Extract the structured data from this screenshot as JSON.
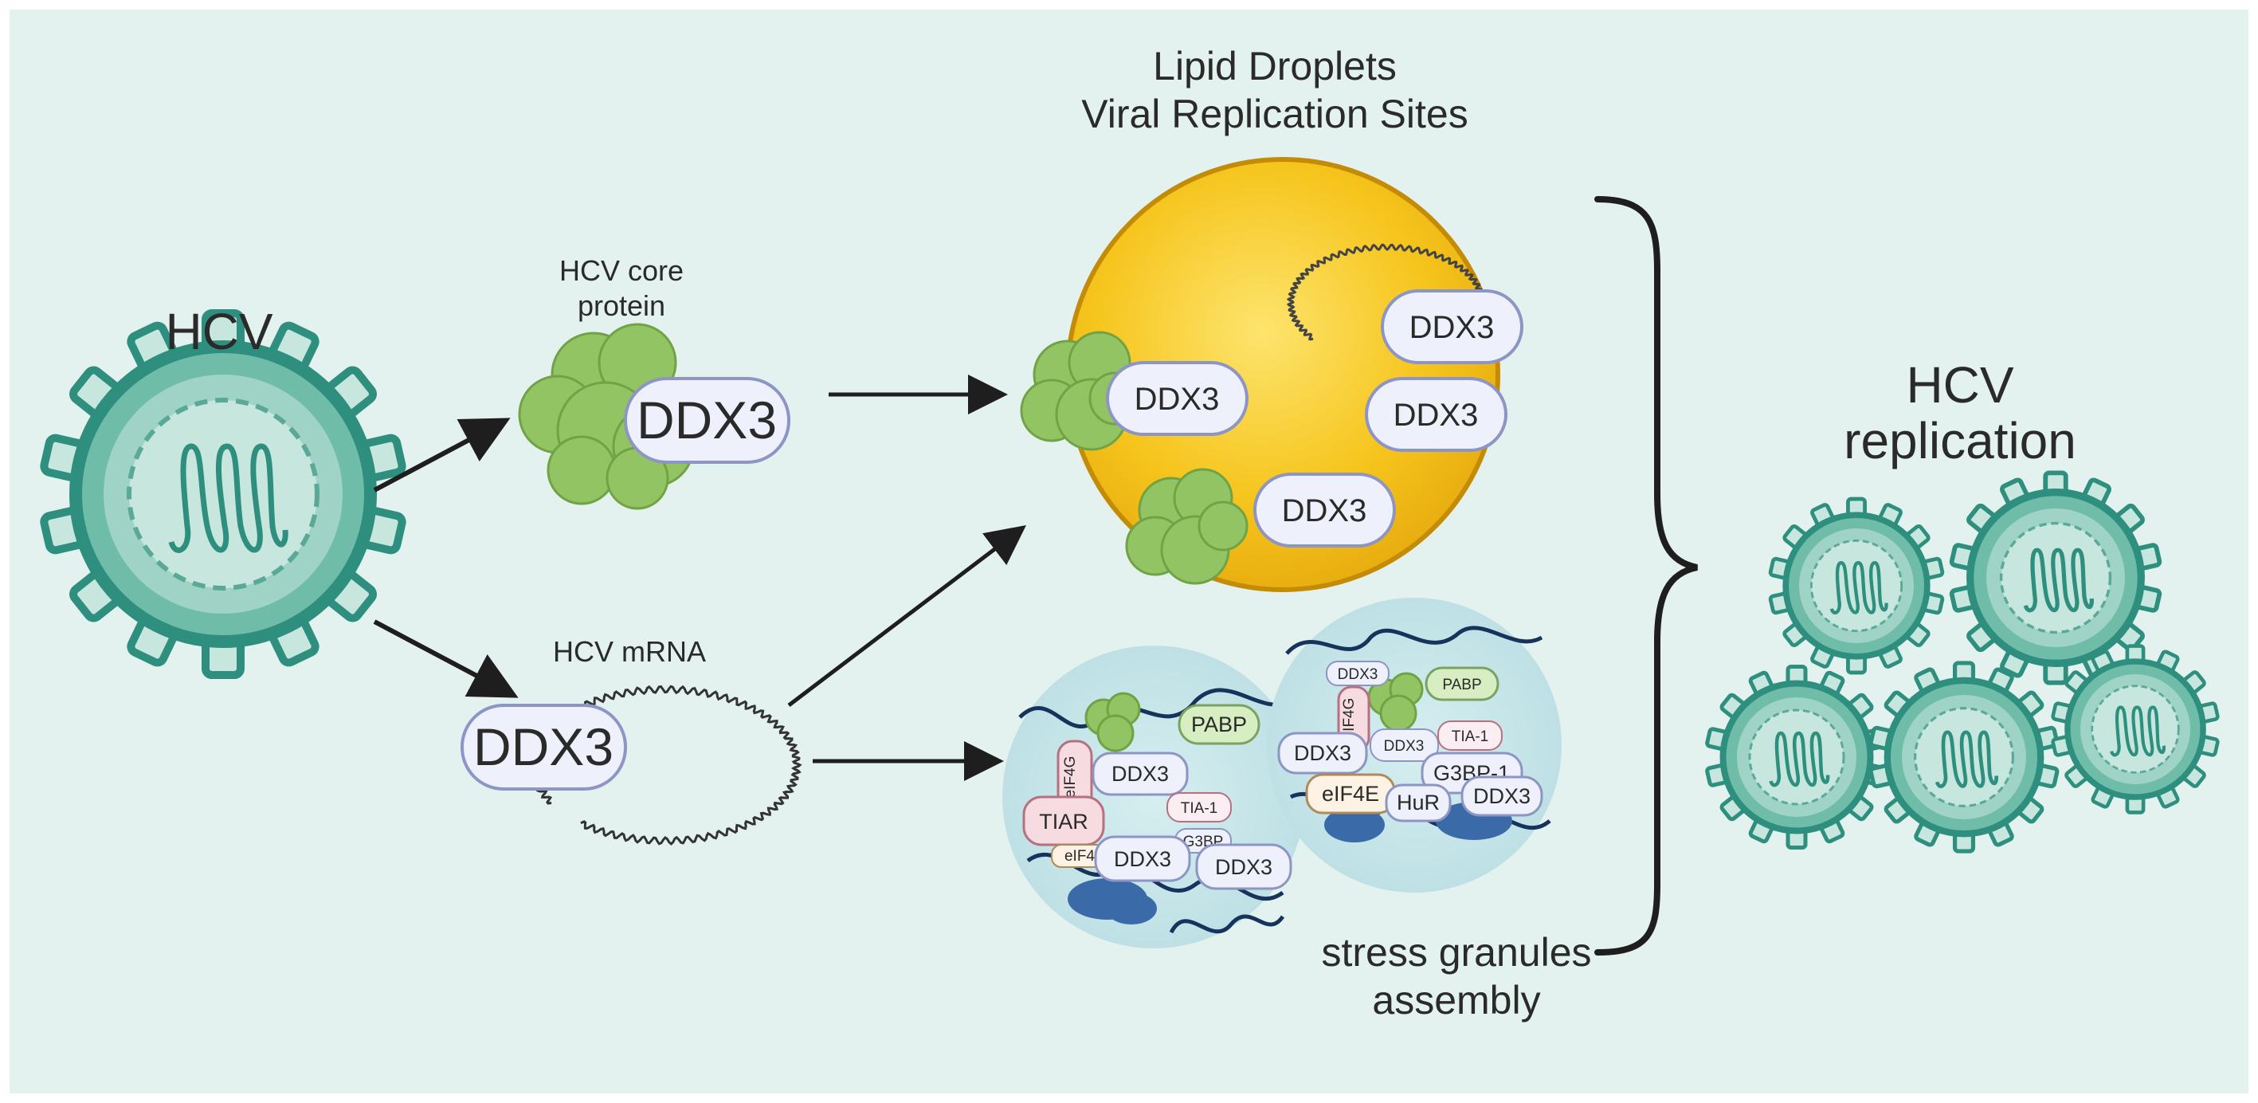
{
  "colors": {
    "background": "#e3f2ee",
    "virus_teal": "#2e8f7e",
    "virus_fill": "#9fd3c6",
    "virus_inner": "#c6e6de",
    "lipid_yellow": "#f7c61f",
    "lipid_edge": "#d9a20a",
    "pill_fill": "#eef0fb",
    "pill_stroke": "#8c95c4",
    "protein_green": "#93c463",
    "rna_blue": "#16335c",
    "granule_fill": "#cde9ec",
    "tiar_pink": "#f6dbe1",
    "pabp_green": "#d7eec2"
  },
  "labels": {
    "hcv": "HCV",
    "core_protein_line1": "HCV core",
    "core_protein_line2": "protein",
    "mrna": "HCV mRNA",
    "lipid_title_line1": "Lipid Droplets",
    "lipid_title_line2": "Viral Replication Sites",
    "replication_line1": "HCV",
    "replication_line2": "replication",
    "stress_line1": "stress granules",
    "stress_line2": "assembly"
  },
  "ddx3": {
    "core": "DDX3",
    "mrna": "DDX3",
    "lipid": [
      "DDX3",
      "DDX3",
      "DDX3",
      "DDX3"
    ]
  },
  "granule_left": {
    "eif4g": "eIF4G",
    "pabp": "PABP",
    "ddx3_a": "DDX3",
    "tia1": "TIA-1",
    "tiar": "TIAR",
    "g3bp": "G3BP",
    "eif4e": "eIF4",
    "ddx3_b": "DDX3",
    "ddx3_c": "DDX3"
  },
  "granule_right": {
    "ddx3_top": "DDX3",
    "eif4g": "eIF4G",
    "pabp": "PABP",
    "ddx3_a": "DDX3",
    "ddx3_b": "DDX3",
    "tia1": "TIA-1",
    "g3bp1": "G3BP-1",
    "eif4e": "eIF4E",
    "hur": "HuR",
    "ddx3_c": "DDX3"
  }
}
